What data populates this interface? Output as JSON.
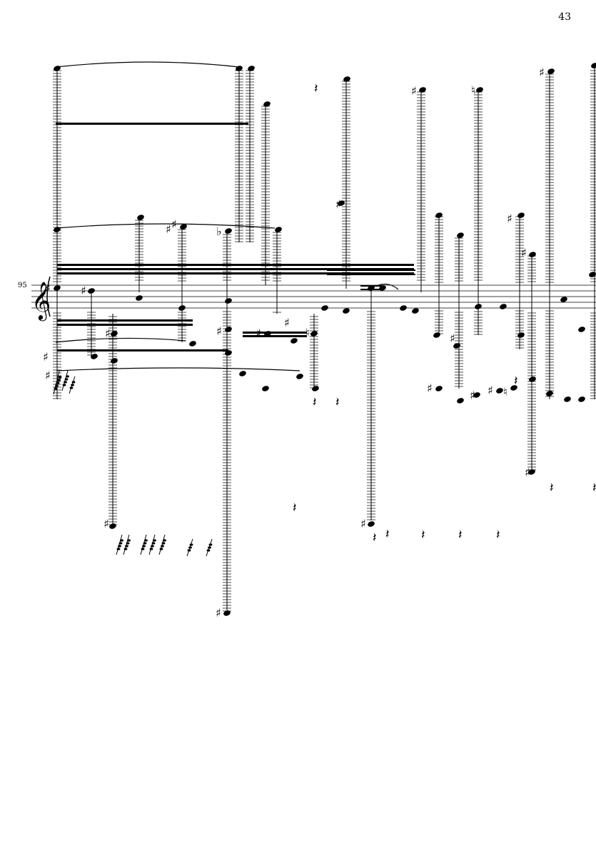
{
  "page": {
    "page_number": "43",
    "measure_number": "95"
  },
  "score": {
    "clef": "treble",
    "ink_color": "#000000",
    "paper_color": "#ffffff"
  }
}
